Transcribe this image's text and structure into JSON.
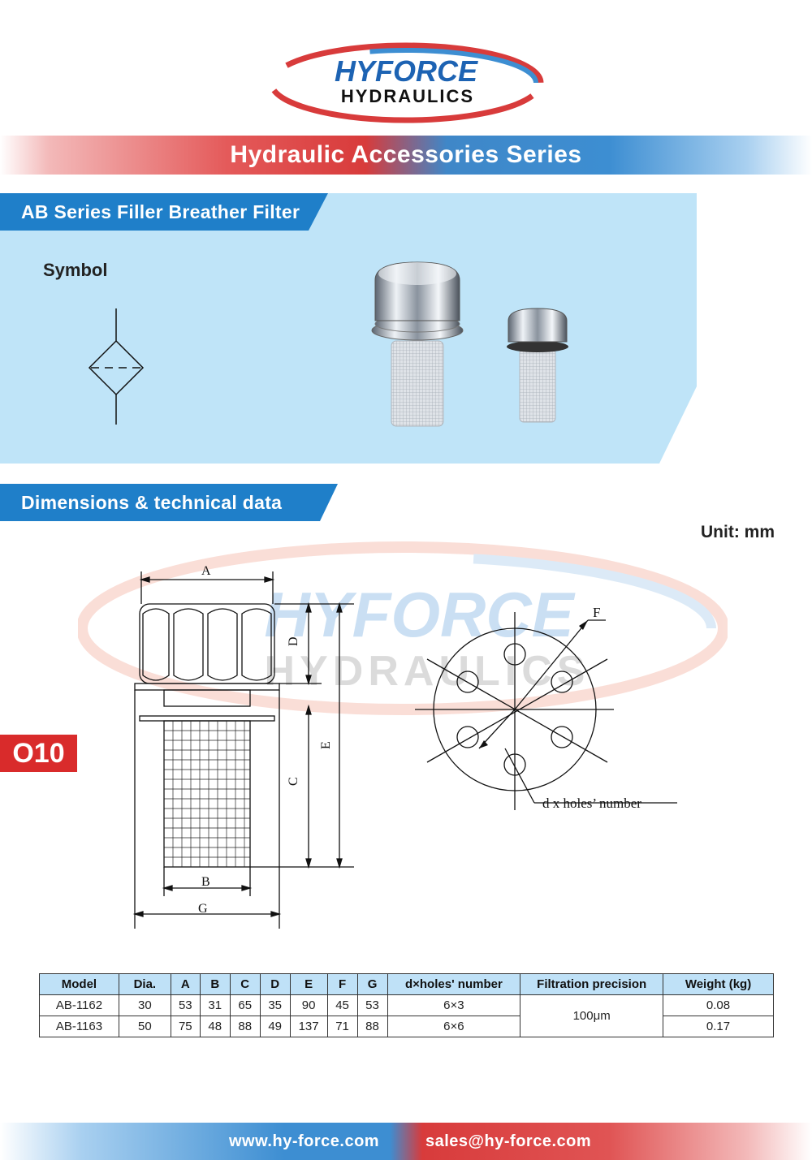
{
  "logo": {
    "line1": "HYFORCE",
    "line2": "HYDRAULICS"
  },
  "series_title": "Hydraulic Accessories Series",
  "section_product": "AB Series Filler Breather Filter",
  "symbol_label": "Symbol",
  "section_dimensions": "Dimensions & technical data",
  "unit": "Unit: mm",
  "page_code": "O10",
  "drawing_labels": {
    "A": "A",
    "B": "B",
    "C": "C",
    "D": "D",
    "E": "E",
    "F": "F",
    "G": "G",
    "holes": "d x holes’ number"
  },
  "watermark": {
    "line1": "HYFORCE",
    "line2": "HYDRAULICS"
  },
  "table": {
    "headers": [
      "Model",
      "Dia.",
      "A",
      "B",
      "C",
      "D",
      "E",
      "F",
      "G",
      "d×holes' number",
      "Filtration precision",
      "Weight (kg)"
    ],
    "rows": [
      [
        "AB-1162",
        "30",
        "53",
        "31",
        "65",
        "35",
        "90",
        "45",
        "53",
        "6×3",
        "100μm",
        "0.08"
      ],
      [
        "AB-1163",
        "50",
        "75",
        "48",
        "88",
        "49",
        "137",
        "71",
        "88",
        "6×6",
        "100μm",
        "0.17"
      ]
    ]
  },
  "footer": {
    "website": "www.hy-force.com",
    "email": "sales@hy-force.com"
  },
  "colors": {
    "brand_red": "#d83b3b",
    "brand_blue": "#3d8ed2",
    "panel_blue": "#bfe4f8",
    "table_header": "#bfe1f7"
  }
}
